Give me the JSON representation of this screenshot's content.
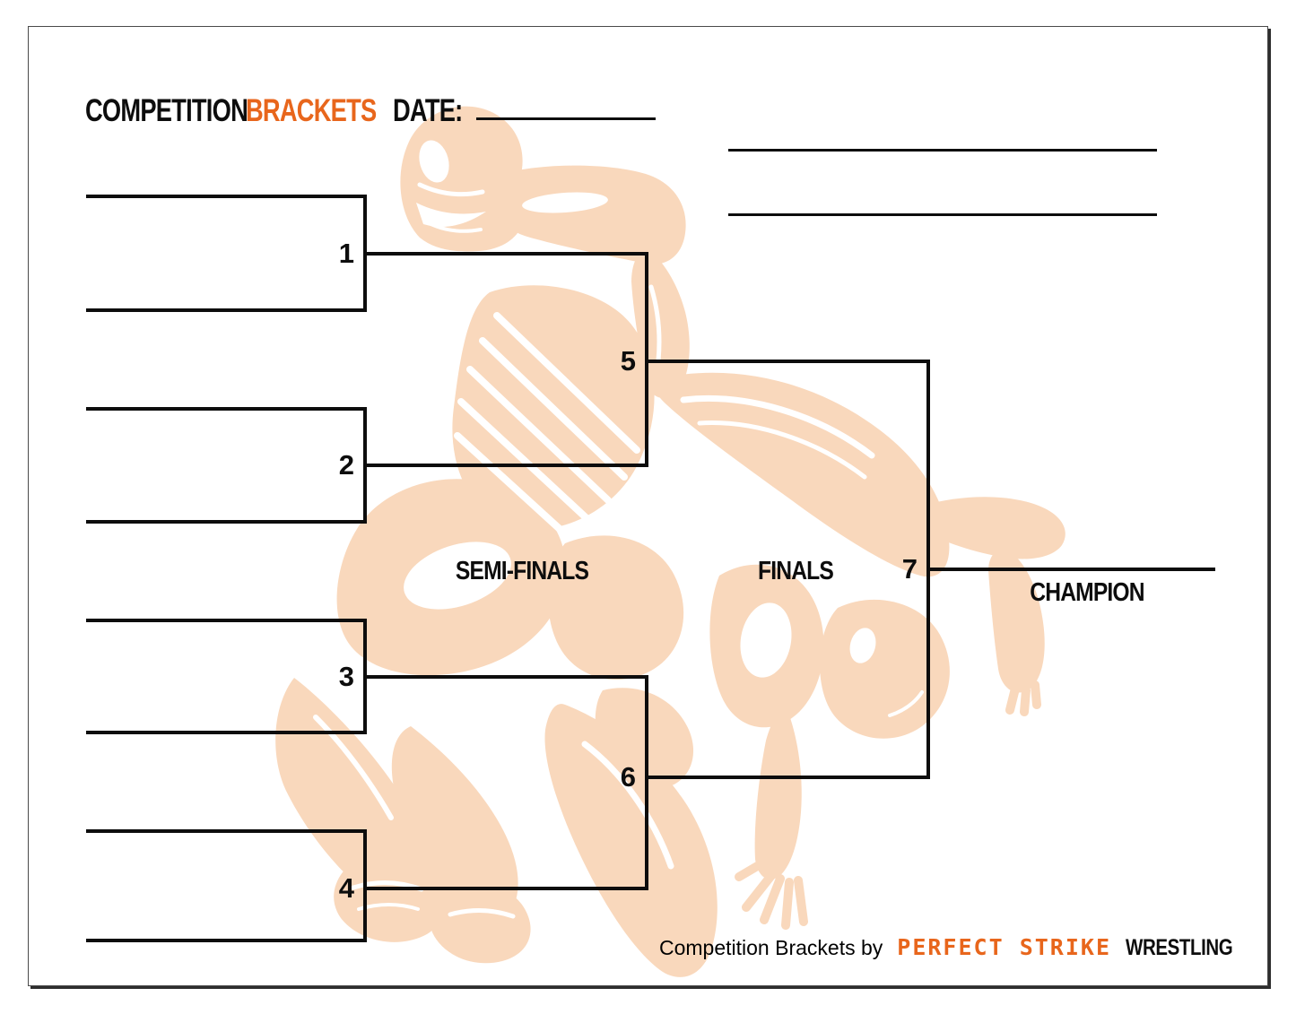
{
  "header": {
    "title_primary": "COMPETITION",
    "title_accent": "BRACKETS",
    "date_label": "DATE:"
  },
  "bracket": {
    "match_numbers": [
      "1",
      "2",
      "3",
      "4",
      "5",
      "6",
      "7"
    ],
    "round_labels": {
      "semi_finals": "SEMI-FINALS",
      "finals": "FINALS",
      "champion": "CHAMPION"
    }
  },
  "footer": {
    "credit_text": "Competition Brackets by",
    "brand_name": "PERFECT STRIKE",
    "brand_suffix": "WRESTLING"
  },
  "colors": {
    "accent_orange": "#E8661C",
    "illustration_peach": "#F9D8BC",
    "line_black": "#0D0D0D"
  },
  "illustration": {
    "icon": "wrestlers-suplex-line-art-icon"
  }
}
